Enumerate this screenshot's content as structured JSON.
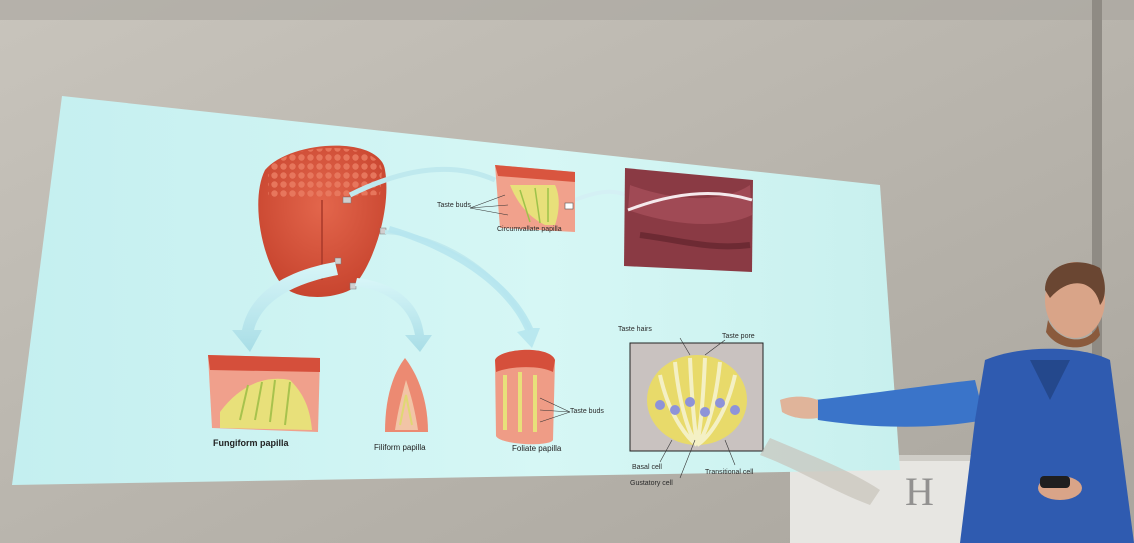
{
  "slide": {
    "label_taste_buds_top": "Taste buds",
    "label_circumvallate": "Circumvallate papilla",
    "label_fungiform": "Fungiform papilla",
    "label_filiform": "Filiform papilla",
    "label_foliate": "Foliate papilla",
    "label_taste_buds_side": "Taste buds",
    "label_taste_hairs": "Taste hairs",
    "label_taste_pore": "Taste pore",
    "label_basal_cell": "Basal cell",
    "label_gustatory_cell": "Gustatory cell",
    "label_transitional_cell": "Transitional cell"
  },
  "colors": {
    "wall": "#bdb9b1",
    "screen": "#c9f2f2",
    "tissue_red": "#d9553f",
    "tissue_pink": "#f2a08e",
    "papilla_yellow": "#e8e07a",
    "presenter_shirt": "#2f5bb0"
  }
}
